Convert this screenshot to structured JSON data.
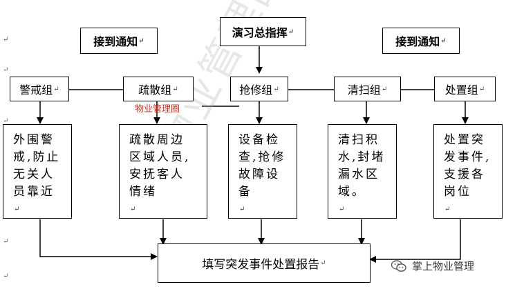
{
  "top": {
    "left_notice": "接到通知",
    "command": "演习总指挥",
    "right_notice": "接到通知"
  },
  "groups": {
    "alert": "警戒组",
    "evac": "疏散组",
    "repair": "抢修组",
    "clean": "清扫组",
    "handle": "处置组"
  },
  "tasks": {
    "alert": [
      "外围警",
      "戒,防止",
      "无关人",
      "员靠近"
    ],
    "evac": [
      "疏散周边",
      "区域人员,",
      "安抚客人",
      "情绪"
    ],
    "repair": [
      "设备检",
      "查,抢修",
      "故障设",
      "备"
    ],
    "clean": [
      "清扫积",
      "水,封堵",
      "漏水区",
      "域。"
    ],
    "handle": [
      "处置突",
      "发事件,",
      "支援各",
      "岗位"
    ]
  },
  "report": "填写突发事件处置报告",
  "watermark": "物业管理圈",
  "red_watermark": "物业管理圈",
  "brand": "掌上物业管理",
  "para_mark": "↵",
  "colors": {
    "line": "#000000",
    "red_mark": "#c0392b"
  }
}
